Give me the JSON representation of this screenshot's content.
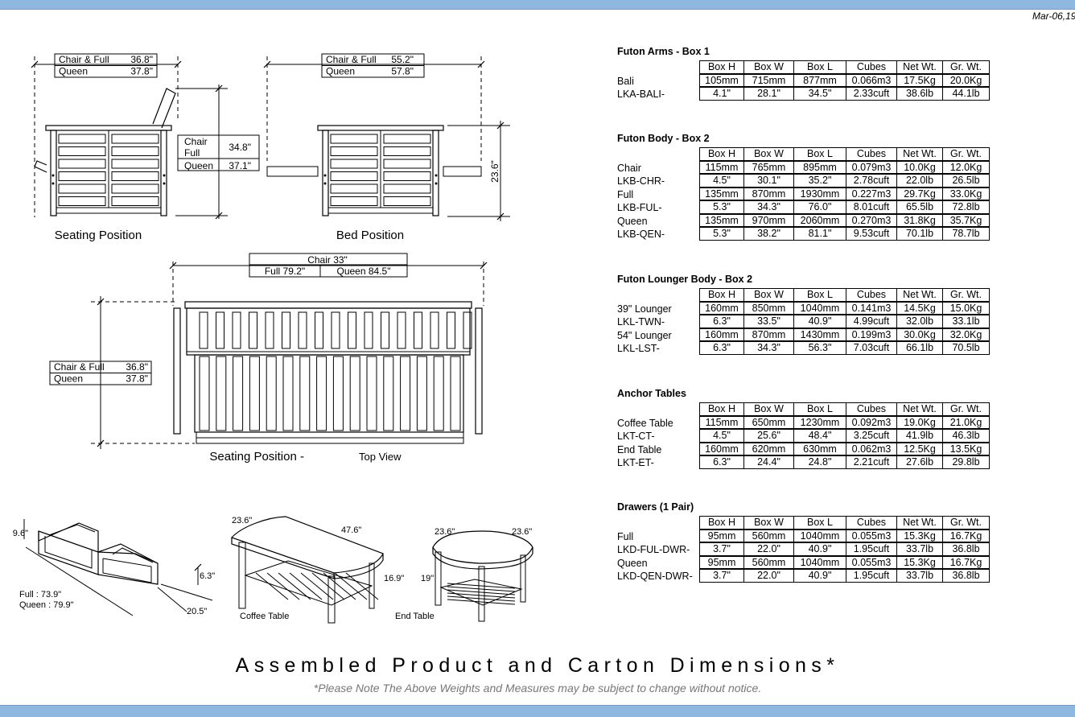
{
  "date": "Mar-06,19",
  "drawing": {
    "seating_label": "Seating Position",
    "bed_label": "Bed Position",
    "top_view_main": "Seating Position - ",
    "top_view_sub": "Top View",
    "seat_width": {
      "rows": [
        [
          "Chair & Full",
          "36.8\""
        ],
        [
          "Queen",
          "37.8\""
        ]
      ]
    },
    "bed_width": {
      "rows": [
        [
          "Chair & Full",
          "55.2\""
        ],
        [
          "Queen",
          "57.8\""
        ]
      ]
    },
    "height_box": {
      "rows": [
        [
          "Chair",
          ""
        ],
        [
          "Full",
          "34.8\""
        ],
        [
          "Queen",
          "37.1\""
        ]
      ]
    },
    "bed_height": "23.6\"",
    "top_length": {
      "chair": "Chair   33\"",
      "full": "Full    79.2\"",
      "queen": "Queen    84.5\""
    },
    "top_depth": {
      "rows": [
        [
          "Chair & Full",
          "36.8\""
        ],
        [
          "Queen",
          "37.8\""
        ]
      ]
    },
    "drawer": {
      "h": "9.6\"",
      "side": "6.3\"",
      "depth": "20.5\"",
      "full": "Full : 73.9\"",
      "queen": "Queen : 79.9\""
    },
    "coffee": {
      "d": "23.6\"",
      "w": "47.6\"",
      "h": "16.9\"",
      "label": "Coffee Table"
    },
    "end": {
      "d": "23.6\"",
      "w": "23.6\"",
      "h": "19\"",
      "label": "End Table"
    }
  },
  "headers": [
    "Box H",
    "Box W",
    "Box L",
    "Cubes",
    "Net Wt.",
    "Gr. Wt."
  ],
  "sections": [
    {
      "title": "Futon Arms - Box 1",
      "rows": [
        {
          "label": "Bali",
          "cells": [
            "105mm",
            "715mm",
            "877mm",
            "0.066m3",
            "17.5Kg",
            "20.0Kg"
          ]
        },
        {
          "label": "LKA-BALI-",
          "cells": [
            "4.1\"",
            "28.1\"",
            "34.5\"",
            "2.33cuft",
            "38.6lb",
            "44.1lb"
          ]
        }
      ]
    },
    {
      "title": "Futon Body - Box 2",
      "rows": [
        {
          "label": "Chair",
          "cells": [
            "115mm",
            "765mm",
            "895mm",
            "0.079m3",
            "10.0Kg",
            "12.0Kg"
          ]
        },
        {
          "label": "LKB-CHR-",
          "cells": [
            "4.5\"",
            "30.1\"",
            "35.2\"",
            "2.78cuft",
            "22.0lb",
            "26.5lb"
          ]
        },
        {
          "label": "Full",
          "cells": [
            "135mm",
            "870mm",
            "1930mm",
            "0.227m3",
            "29.7Kg",
            "33.0Kg"
          ]
        },
        {
          "label": "LKB-FUL-",
          "cells": [
            "5.3\"",
            "34.3\"",
            "76.0\"",
            "8.01cuft",
            "65.5lb",
            "72.8lb"
          ]
        },
        {
          "label": "Queen",
          "cells": [
            "135mm",
            "970mm",
            "2060mm",
            "0.270m3",
            "31.8Kg",
            "35.7Kg"
          ]
        },
        {
          "label": "LKB-QEN-",
          "cells": [
            "5.3\"",
            "38.2\"",
            "81.1\"",
            "9.53cuft",
            "70.1lb",
            "78.7lb"
          ]
        }
      ]
    },
    {
      "title": "Futon Lounger Body - Box 2",
      "rows": [
        {
          "label": "39\" Lounger",
          "cells": [
            "160mm",
            "850mm",
            "1040mm",
            "0.141m3",
            "14.5Kg",
            "15.0Kg"
          ]
        },
        {
          "label": "LKL-TWN-",
          "cells": [
            "6.3\"",
            "33.5\"",
            "40.9\"",
            "4.99cuft",
            "32.0lb",
            "33.1lb"
          ]
        },
        {
          "label": "54\" Lounger",
          "cells": [
            "160mm",
            "870mm",
            "1430mm",
            "0.199m3",
            "30.0Kg",
            "32.0Kg"
          ]
        },
        {
          "label": "LKL-LST-",
          "cells": [
            "6.3\"",
            "34.3\"",
            "56.3\"",
            "7.03cuft",
            "66.1lb",
            "70.5lb"
          ]
        }
      ]
    },
    {
      "title": "Anchor Tables",
      "rows": [
        {
          "label": "Coffee Table",
          "cells": [
            "115mm",
            "650mm",
            "1230mm",
            "0.092m3",
            "19.0Kg",
            "21.0Kg"
          ]
        },
        {
          "label": "LKT-CT-",
          "cells": [
            "4.5\"",
            "25.6\"",
            "48.4\"",
            "3.25cuft",
            "41.9lb",
            "46.3lb"
          ]
        },
        {
          "label": "End Table",
          "cells": [
            "160mm",
            "620mm",
            "630mm",
            "0.062m3",
            "12.5Kg",
            "13.5Kg"
          ]
        },
        {
          "label": "LKT-ET-",
          "cells": [
            "6.3\"",
            "24.4\"",
            "24.8\"",
            "2.21cuft",
            "27.6lb",
            "29.8lb"
          ]
        }
      ]
    },
    {
      "title": "Drawers (1 Pair)",
      "rows": [
        {
          "label": "Full",
          "cells": [
            "95mm",
            "560mm",
            "1040mm",
            "0.055m3",
            "15.3Kg",
            "16.7Kg"
          ]
        },
        {
          "label": "LKD-FUL-DWR-",
          "cells": [
            "3.7\"",
            "22.0\"",
            "40.9\"",
            "1.95cuft",
            "33.7lb",
            "36.8lb"
          ]
        },
        {
          "label": "Queen",
          "cells": [
            "95mm",
            "560mm",
            "1040mm",
            "0.055m3",
            "15.3Kg",
            "16.7Kg"
          ]
        },
        {
          "label": "LKD-QEN-DWR-",
          "cells": [
            "3.7\"",
            "22.0\"",
            "40.9\"",
            "1.95cuft",
            "33.7lb",
            "36.8lb"
          ]
        }
      ]
    }
  ],
  "footer": {
    "title": "Assembled Product and Carton Dimensions*",
    "note": "*Please Note The Above Weights and Measures may be subject to change without notice."
  }
}
